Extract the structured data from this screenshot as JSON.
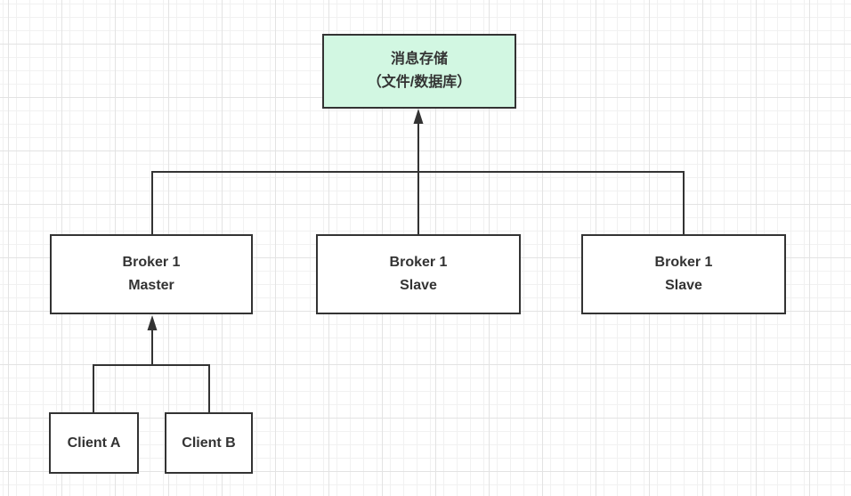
{
  "diagram": {
    "type": "architecture-diagram",
    "colors": {
      "storage_fill": "#d2f7e2",
      "node_fill": "#ffffff",
      "stroke": "#333333",
      "text": "#333333",
      "grid_minor": "#f1f1f1",
      "grid_major": "#e3e3e3",
      "background": "#ffffff"
    }
  },
  "nodes": {
    "storage": {
      "line1": "消息存储",
      "line2": "（文件/数据库）"
    },
    "broker_master": {
      "line1": "Broker 1",
      "line2": "Master"
    },
    "broker_slave_mid": {
      "line1": "Broker 1",
      "line2": "Slave"
    },
    "broker_slave_right": {
      "line1": "Broker 1",
      "line2": "Slave"
    },
    "client_a": {
      "label": "Client A"
    },
    "client_b": {
      "label": "Client B"
    }
  }
}
